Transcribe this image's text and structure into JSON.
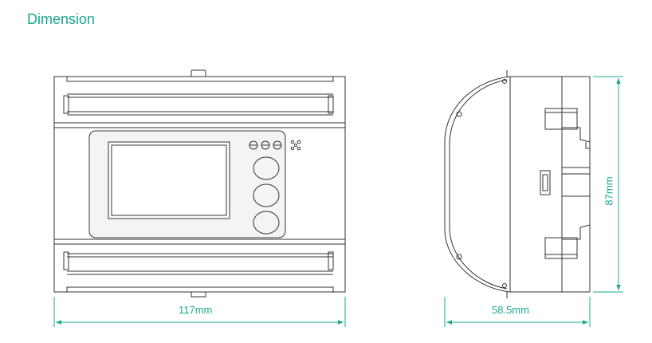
{
  "title": "Dimension",
  "dimensions": {
    "width": "117mm",
    "depth": "58.5mm",
    "height": "87mm"
  },
  "colors": {
    "accent": "#1aa88d",
    "outline": "#333333"
  }
}
